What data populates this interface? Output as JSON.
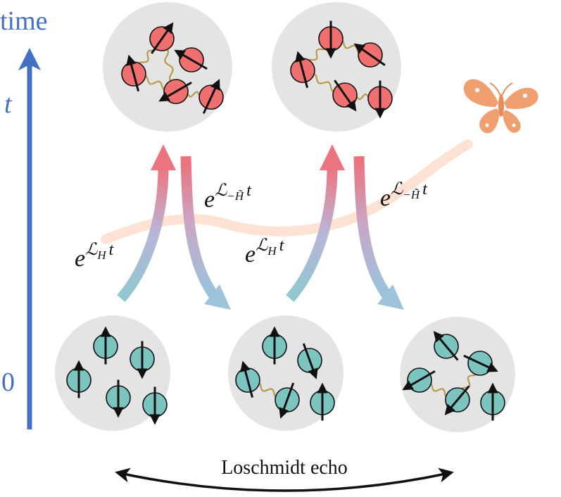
{
  "axis": {
    "label_time": "time",
    "label_t": "t",
    "label_zero": "0",
    "color": "#4470c4"
  },
  "operators": {
    "forward": {
      "base": "e",
      "exp_script": "ℒ",
      "exp_sub": "H",
      "exp_var": "t"
    },
    "backward": {
      "base": "e",
      "exp_script": "ℒ",
      "exp_sub": "−H̃",
      "exp_var": "t"
    }
  },
  "caption": "Loschmidt echo",
  "colors": {
    "spin_red": "#f07070",
    "spin_teal": "#7cc4c0",
    "cluster_bg": "#e4e4e4",
    "bond": "#b89a4a",
    "arrow_red": "#ee6e78",
    "arrow_blue": "#9ec2dc",
    "butterfly": "#f0a070",
    "trail": "#fde3d6"
  },
  "icons": {
    "butterfly": "butterfly-icon"
  }
}
